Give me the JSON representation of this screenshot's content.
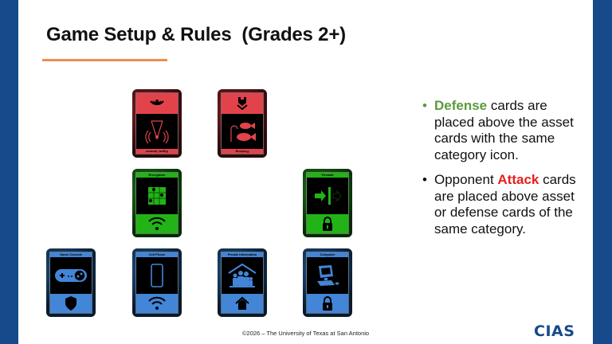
{
  "slide": {
    "title": "Game Setup & Rules  (Grades 2+)",
    "colors": {
      "side_bar": "#174a8b",
      "title_underline": "#ef8d4f",
      "defense_highlight": "#5a9a3c",
      "attack_highlight": "#e61e1e",
      "attack_card": "#e2434b",
      "defense_card": "#22b317",
      "asset_card": "#4385d6"
    }
  },
  "cards": {
    "attack": [
      {
        "label": "Signal Jammer",
        "art_icon": "signal-tower-icon",
        "category_icon": "wireless-signal-icon"
      },
      {
        "label": "Phishing",
        "art_icon": "fishing-hook-fish-icon",
        "category_icon": "shield-down-icon"
      }
    ],
    "defense": [
      {
        "label": "Encryption",
        "art_icon": "puzzle-pieces-icon",
        "category_icon": "wifi-icon"
      },
      {
        "label": "Firewall",
        "art_icon": "arrow-blocked-icon",
        "category_icon": "padlock-icon"
      }
    ],
    "asset": [
      {
        "label": "Game Console",
        "art_icon": "game-controller-icon",
        "category_icon": "shield-icon"
      },
      {
        "label": "Cell Phone",
        "art_icon": "smartphone-icon",
        "category_icon": "wifi-icon"
      },
      {
        "label": "Private Information",
        "art_icon": "family-house-icon",
        "category_icon": "home-icon"
      },
      {
        "label": "Computer",
        "art_icon": "desktop-computer-icon",
        "category_icon": "padlock-icon"
      }
    ]
  },
  "bullets": [
    {
      "highlight": "Defense",
      "text": " cards are placed above the asset cards with the same category icon."
    },
    {
      "prefix": "Opponent ",
      "highlight": "Attack",
      "text": " cards are placed above asset or defense cards of the same category."
    }
  ],
  "footer": {
    "copyright": "©2026 – The University of Texas at San Antonio",
    "logo": "CIAS"
  }
}
